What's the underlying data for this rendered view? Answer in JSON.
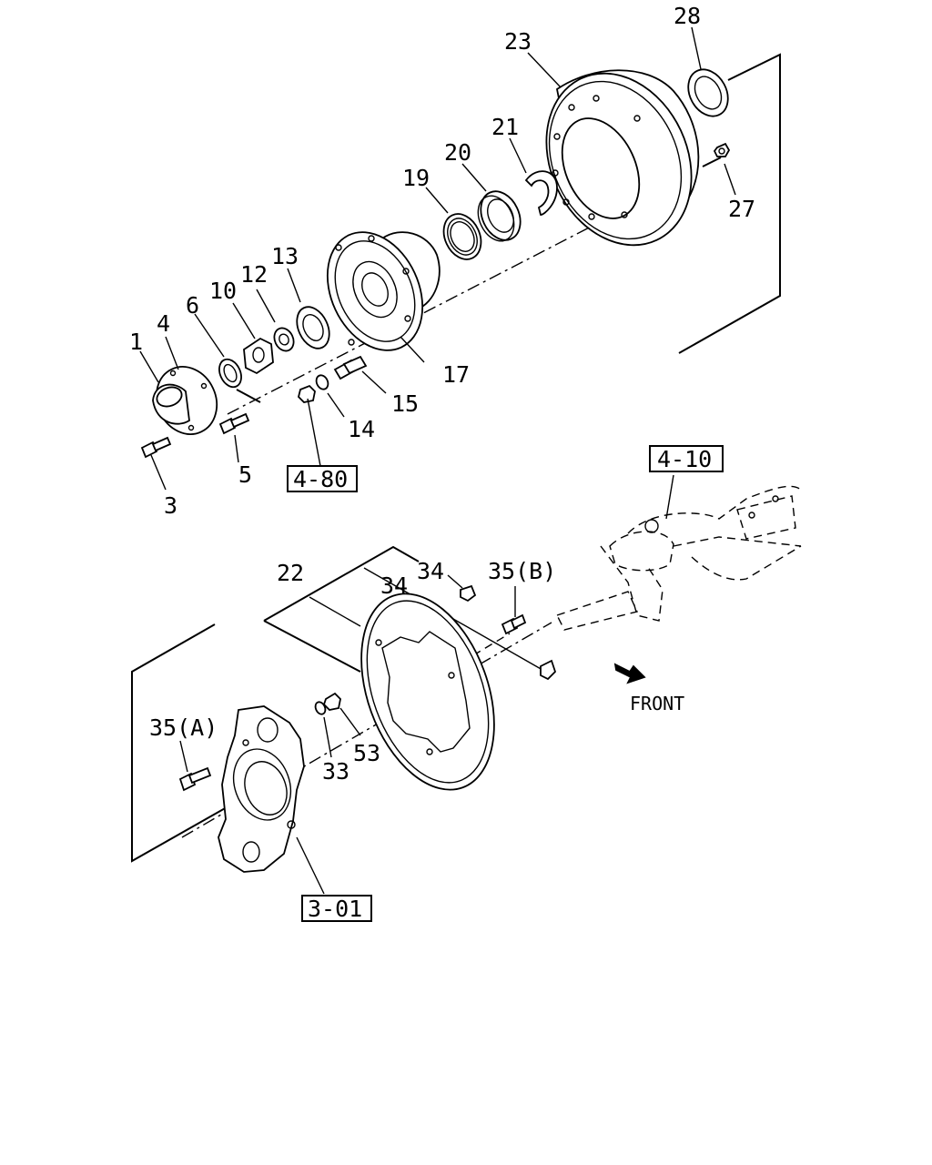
{
  "callouts": {
    "c1": "1",
    "c3": "3",
    "c4": "4",
    "c5": "5",
    "c6": "6",
    "c10": "10",
    "c12": "12",
    "c13": "13",
    "c14": "14",
    "c15": "15",
    "c17": "17",
    "c19": "19",
    "c20": "20",
    "c21": "21",
    "c22": "22",
    "c23": "23",
    "c27": "27",
    "c28": "28",
    "c33": "33",
    "c34a": "34",
    "c34b": "34",
    "c35a": "35(A)",
    "c35b": "35(B)",
    "c53": "53"
  },
  "refs": {
    "r480": "4-80",
    "r410": "4-10",
    "r301": "3-01"
  },
  "front_label": "FRONT"
}
